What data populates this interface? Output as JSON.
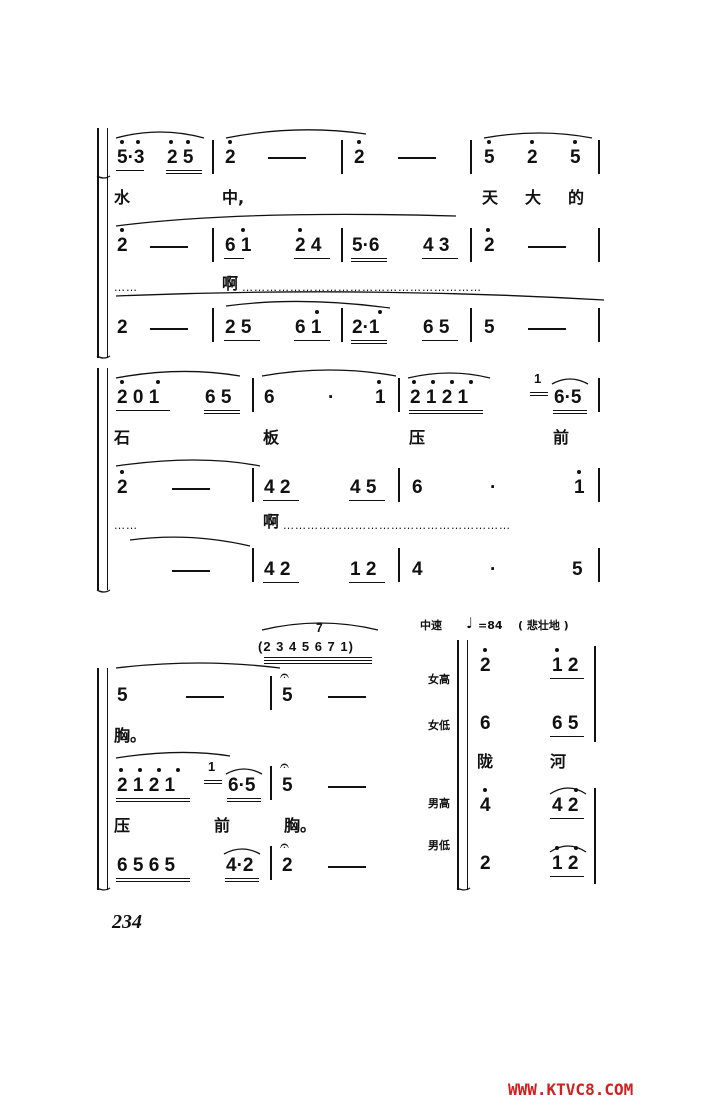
{
  "system1": {
    "row1": {
      "n1": "5·3",
      "n2": "2 5",
      "n3": "2",
      "n4": "2",
      "n5": "5",
      "n6": "2",
      "n7": "5",
      "dash": "——"
    },
    "lyric1": {
      "a": "水",
      "b": "中,",
      "c": "天",
      "d": "大",
      "e": "的"
    },
    "row2": {
      "n1": "2",
      "n2": "6 1",
      "n3": "2 4",
      "n4": "5·6",
      "n5": "4 3",
      "n6": "2",
      "dash": "——"
    },
    "lyric2": {
      "dots_a": "……",
      "b": "啊",
      "dots_b": "……………………………………………………"
    },
    "row3": {
      "n1": "2",
      "n2": "2 5",
      "n3": "6 1",
      "n4": "2·1",
      "n5": "6 5",
      "n6": "5",
      "dash": "——"
    }
  },
  "system2": {
    "row1": {
      "n1": "2 0 1",
      "n2": "6 5",
      "n3": "6",
      "n4": "·",
      "n5": "1",
      "n6": "2 1 2 1",
      "n7": "1",
      "n8": "6·5"
    },
    "lyric1": {
      "a": "石",
      "b": "板",
      "c": "压",
      "d": "前"
    },
    "row2": {
      "n1": "2",
      "n2": "4 2",
      "n3": "4 5",
      "n4": "6",
      "n5": "·",
      "n6": "1",
      "dash": "——"
    },
    "lyric2": {
      "dots_a": "……",
      "b": "啊",
      "dots_b": "…………………………………………………"
    },
    "row3": {
      "n1": "4 2",
      "n2": "1 2",
      "n3": "4",
      "n4": "·",
      "n5": "5",
      "dash": "——"
    }
  },
  "system3": {
    "tuplet_num": "7",
    "tuplet": "(2 3 4 5 6 7 1)",
    "row1": {
      "n1": "5",
      "n2": "5",
      "dash": "——"
    },
    "lyric1": {
      "a": "胸。"
    },
    "row2": {
      "n1": "2 1 2 1",
      "n2": "1",
      "n3": "6·5",
      "n4": "5",
      "dash": "——"
    },
    "lyric2": {
      "a": "压",
      "b": "前",
      "c": "胸。"
    },
    "row3": {
      "n1": "6 5 6 5",
      "n2": "4·2",
      "n3": "2",
      "dash": "——"
    }
  },
  "system4": {
    "tempo_word": "中速",
    "tempo_note": "♩",
    "tempo_value": "=84",
    "tempo_expr": "( 悲壮地 )",
    "labels": {
      "s": "女高",
      "a": "女低",
      "t": "男高",
      "b": "男低"
    },
    "s": {
      "n1": "2",
      "n2": "1 2"
    },
    "a": {
      "n1": "6",
      "n2": "6 5"
    },
    "lyric": {
      "a": "陇",
      "b": "河"
    },
    "t": {
      "n1": "4",
      "n2": "4 2"
    },
    "b": {
      "n1": "2",
      "n2": "1 2"
    }
  },
  "page_number": "234",
  "watermark": "WWW.KTVC8.COM",
  "colors": {
    "ink": "#111111",
    "watermark": "#cc2222"
  }
}
